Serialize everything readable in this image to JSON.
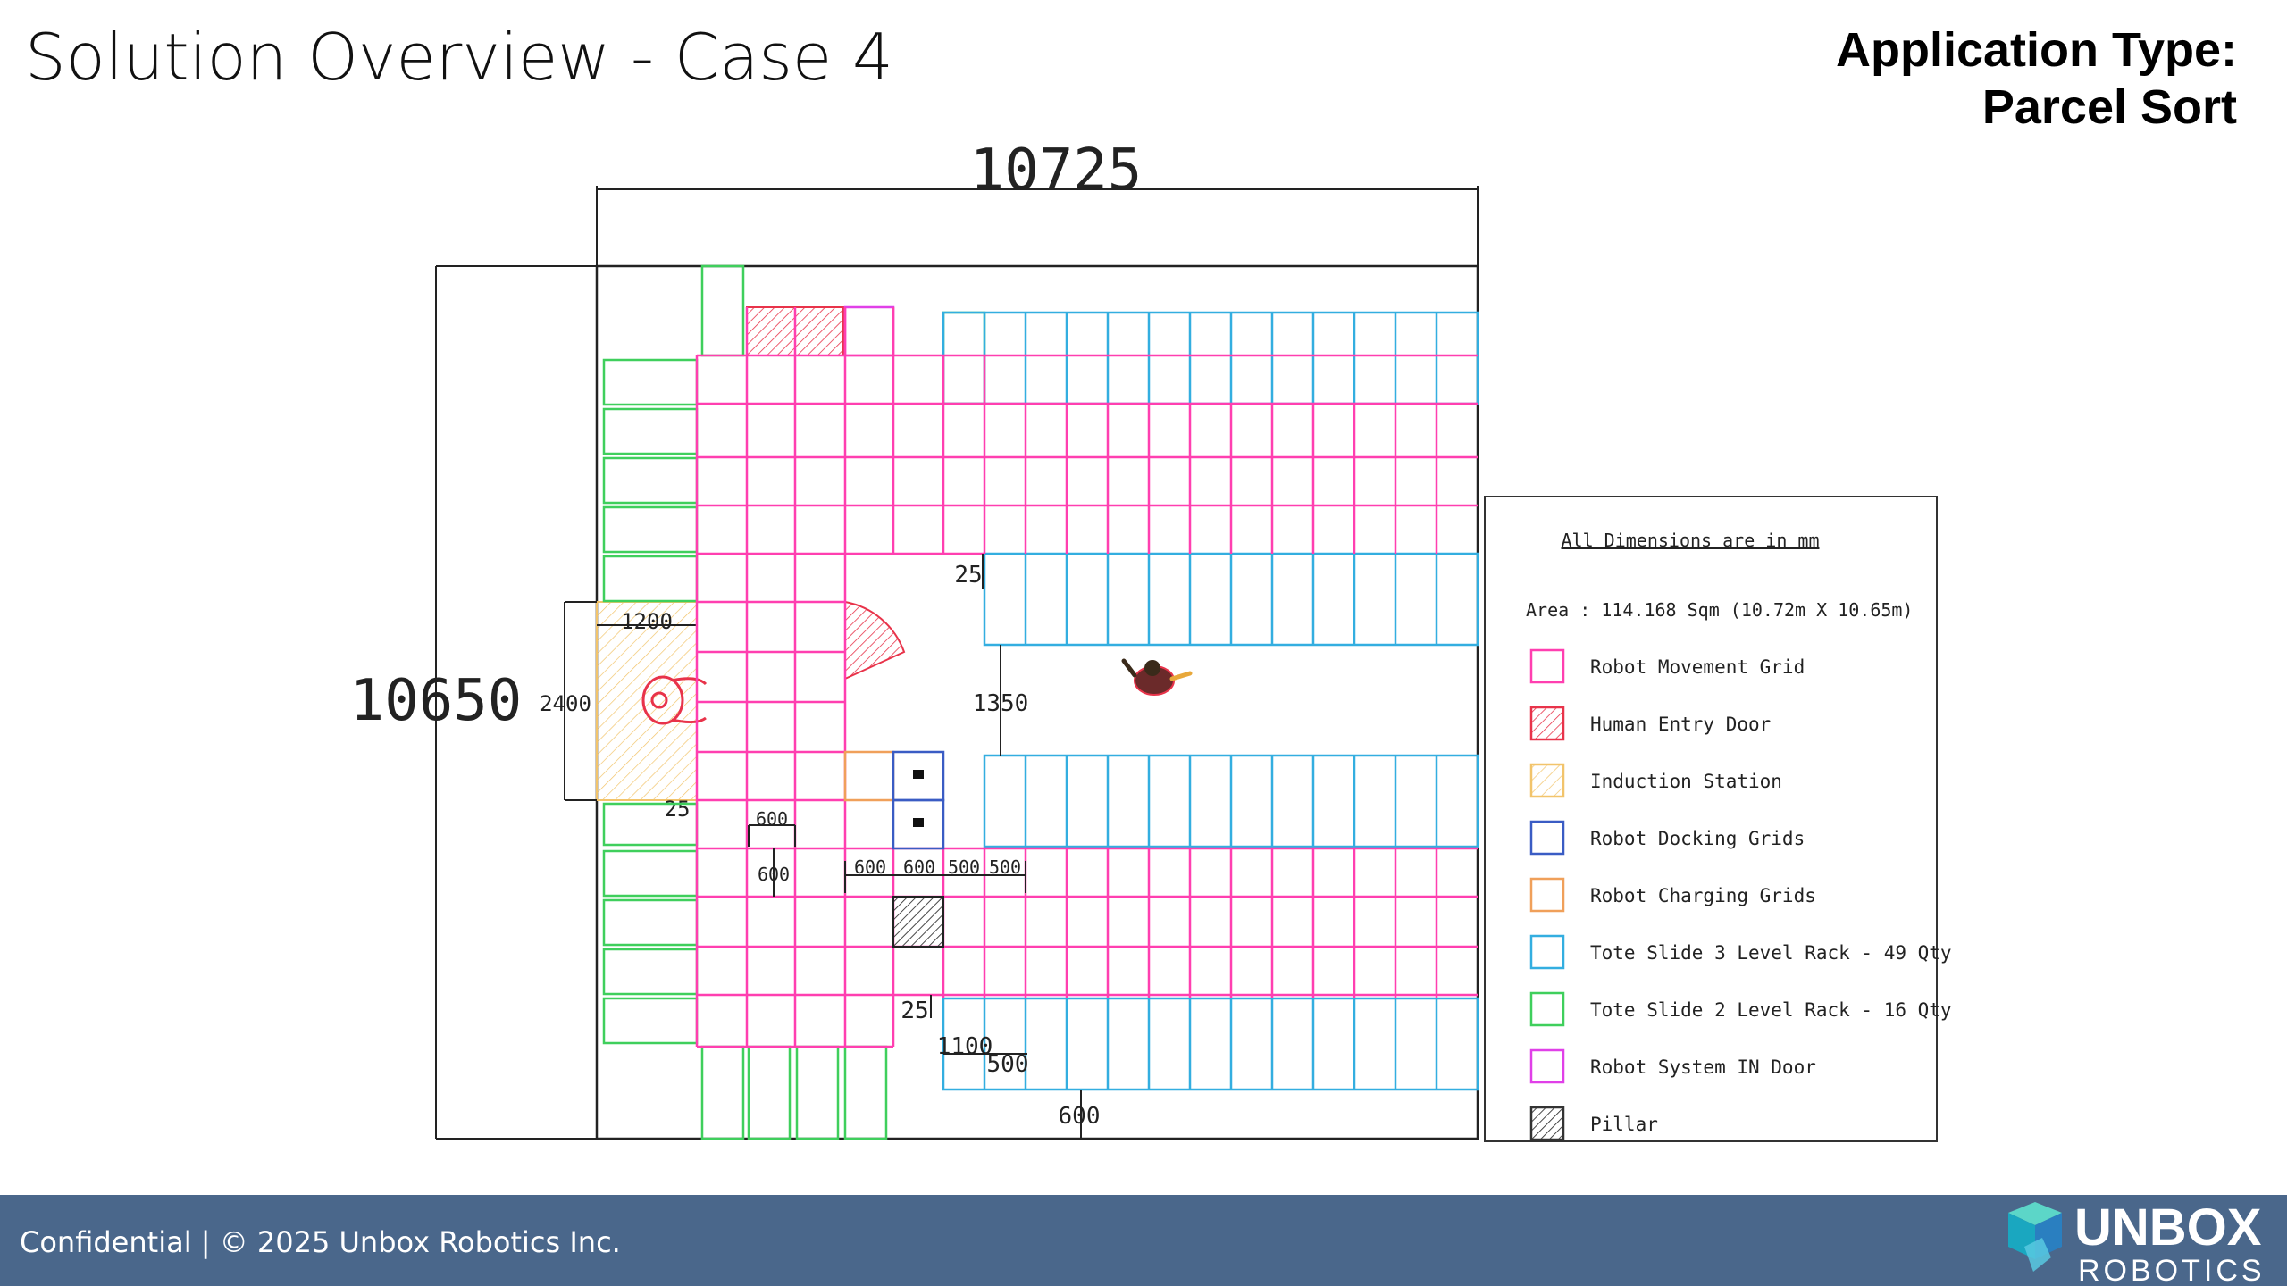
{
  "header": {
    "title": "Solution Overview - Case 4",
    "app_type_line1": "Application Type:",
    "app_type_line2": "Parcel Sort"
  },
  "dimensions": {
    "overall_width": "10725",
    "overall_height": "10650",
    "d1200": "1200",
    "d2400": "2400",
    "d25_a": "25",
    "d25_b": "25",
    "d25_c": "25",
    "d1350": "1350",
    "d600_a": "600",
    "d600_b": "600",
    "d600_c": "600",
    "d600_d": "600",
    "d500_a": "500",
    "d500_b": "500",
    "d1100": "1100",
    "d500_c": "500",
    "d600_bottom": "600"
  },
  "legend": {
    "heading": "All Dimensions are in mm",
    "area": "Area : 114.168 Sqm (10.72m X 10.65m)",
    "items": [
      {
        "label": "Robot Movement Grid",
        "color": "#ff3fb0",
        "pattern": "none"
      },
      {
        "label": "Human Entry Door",
        "color": "#e8334a",
        "pattern": "hatch"
      },
      {
        "label": "Induction Station",
        "color": "#f2c46b",
        "pattern": "hatch"
      },
      {
        "label": "Robot Docking Grids",
        "color": "#3a5cc4",
        "pattern": "none"
      },
      {
        "label": "Robot Charging Grids",
        "color": "#f0a05a",
        "pattern": "none"
      },
      {
        "label": "Tote Slide 3 Level Rack - 49 Qty",
        "color": "#33aee0",
        "pattern": "none"
      },
      {
        "label": "Tote Slide 2 Level Rack - 16 Qty",
        "color": "#3fcf5c",
        "pattern": "none"
      },
      {
        "label": "Robot System IN Door",
        "color": "#e040e8",
        "pattern": "none"
      },
      {
        "label": "Pillar",
        "color": "#333333",
        "pattern": "dark-hatch"
      }
    ]
  },
  "colors": {
    "footer_bg": "#4a678b",
    "grid": "#ff3fb0",
    "rack3": "#33aee0",
    "rack2": "#3fcf5c"
  },
  "footer": {
    "text": "Confidential | © 2025 Unbox Robotics Inc.",
    "logo_top": "UNBOX",
    "logo_bottom": "ROBOTICS"
  }
}
